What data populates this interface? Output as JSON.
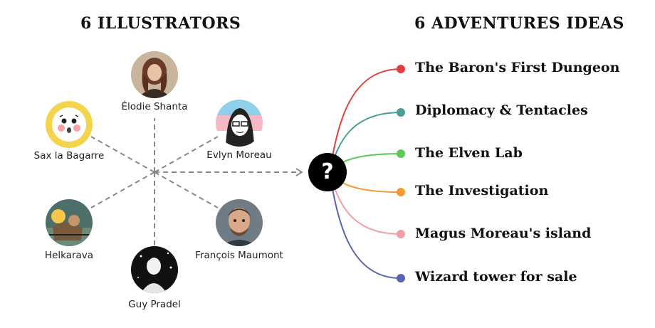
{
  "left_title": "6 ILLUSTRATORS",
  "right_title": "6 ADVENTURES IDEAS",
  "center_symbol": "?",
  "illustrators": [
    {
      "name": "Élodie Shanta"
    },
    {
      "name": "Sax la Bagarre"
    },
    {
      "name": "Evlyn Moreau"
    },
    {
      "name": "Helkarava"
    },
    {
      "name": "François Maumont"
    },
    {
      "name": "Guy Pradel"
    }
  ],
  "ideas": [
    {
      "label": "The Baron's First Dungeon",
      "color": "#e53e3e"
    },
    {
      "label": "Diplomacy & Tentacles",
      "color": "#4a9e95"
    },
    {
      "label": "The Elven Lab",
      "color": "#59c957"
    },
    {
      "label": "The Investigation",
      "color": "#f59a32"
    },
    {
      "label": "Magus Moreau's island",
      "color": "#f2a0a8"
    },
    {
      "label": "Wizard tower for sale",
      "color": "#5b64b0"
    }
  ]
}
